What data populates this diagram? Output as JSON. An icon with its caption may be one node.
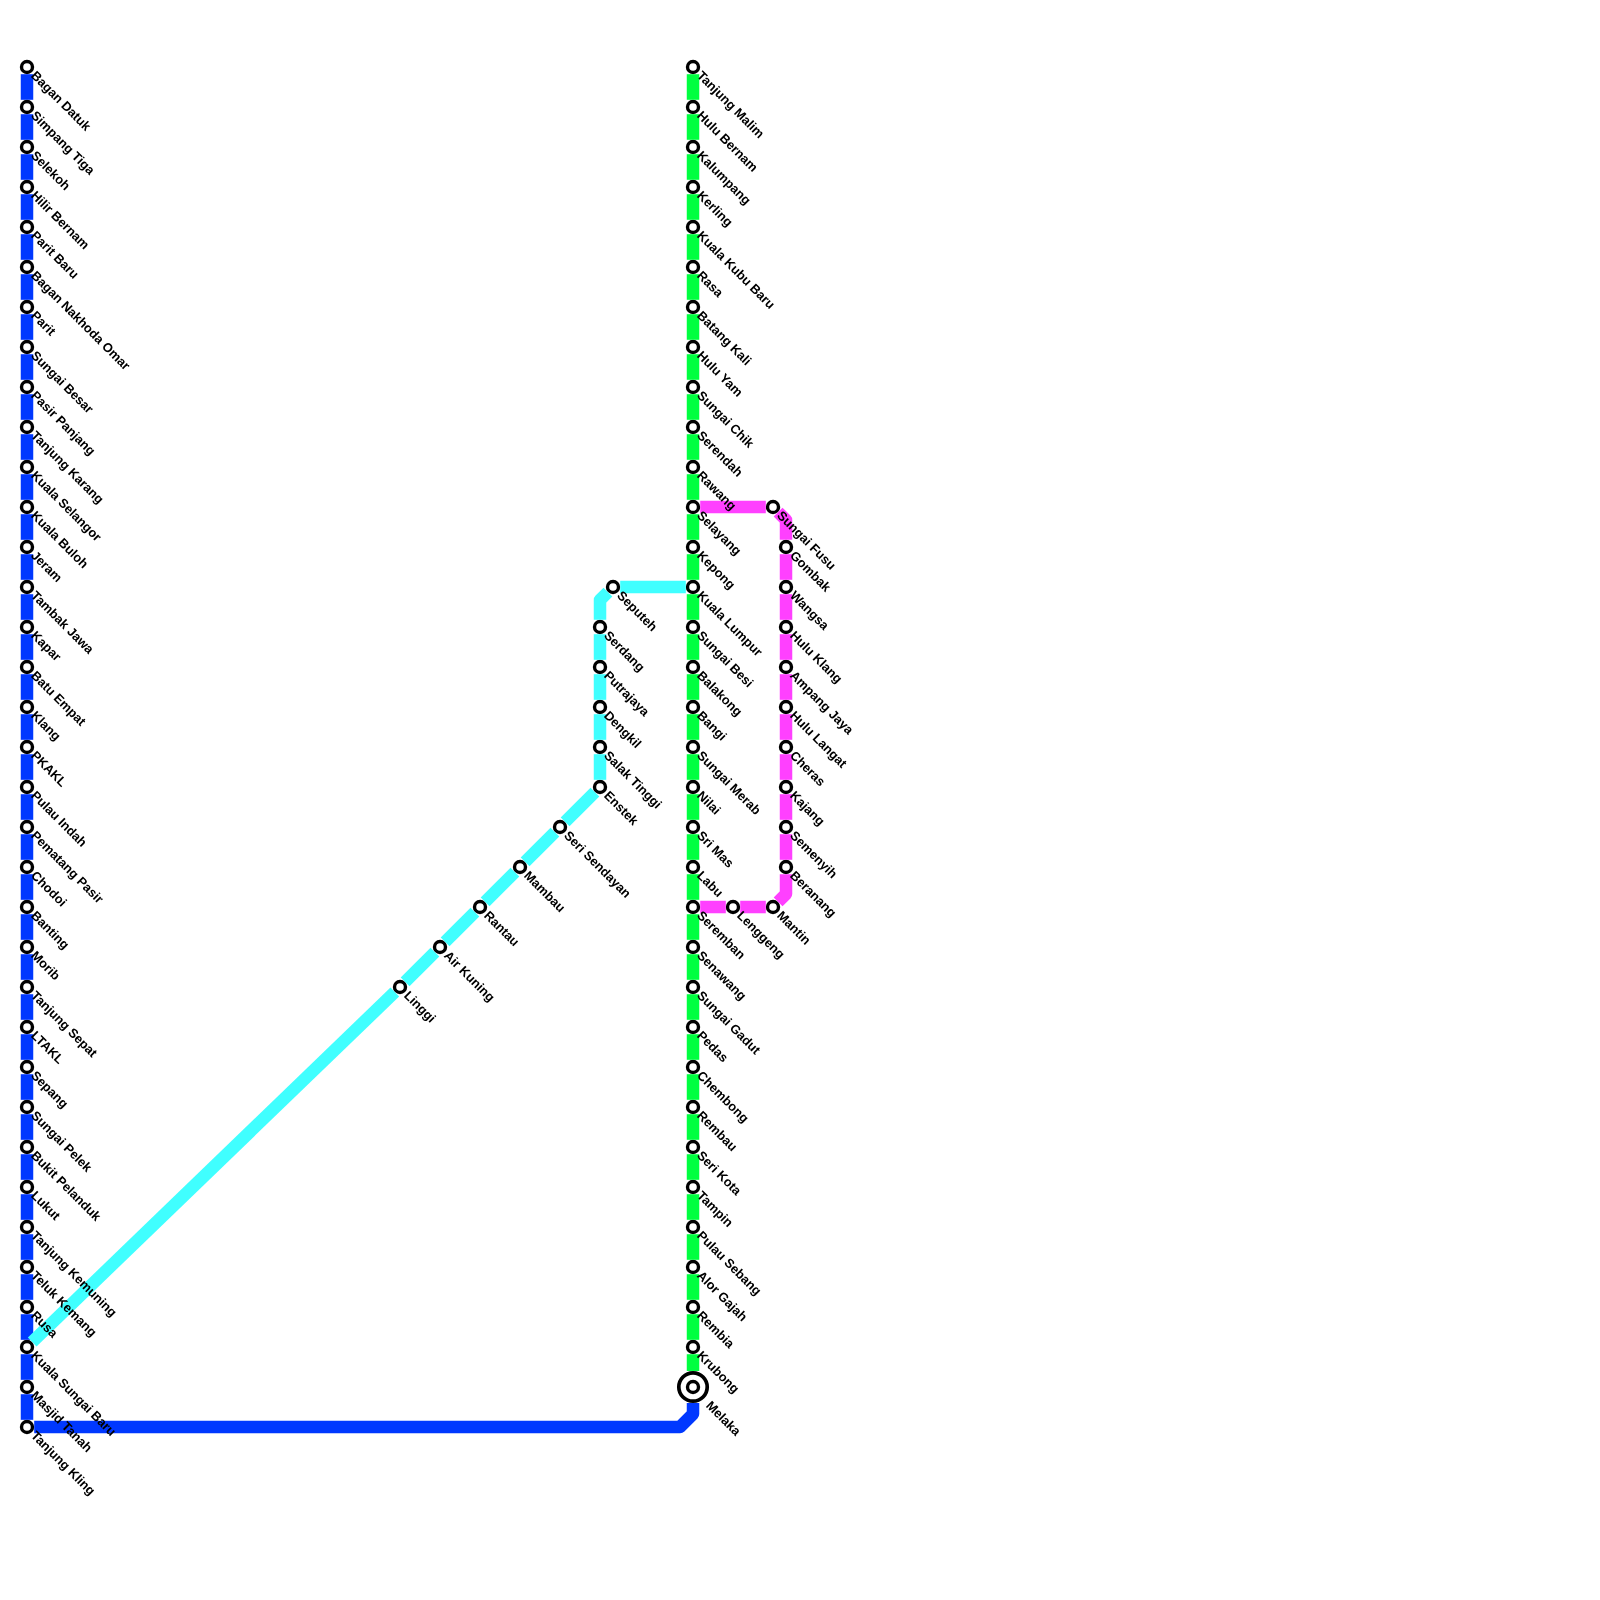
{
  "diagram": {
    "nodes": [
      {
        "text": [],
        "shape": "circle",
        "beside": [
          "Bagan Datuk"
        ]
      },
      {
        "text": [],
        "shape": "circle",
        "beside": [
          "Simpang Tiga"
        ]
      },
      {
        "text": [],
        "shape": "circle",
        "beside": [
          "Selekoh"
        ]
      },
      {
        "text": [],
        "shape": "circle",
        "beside": [
          "Hilir Bernam"
        ]
      },
      {
        "text": [],
        "shape": "circle",
        "beside": [
          "Parit Baru"
        ]
      },
      {
        "text": [],
        "shape": "circle",
        "beside": [
          "Bagan Nakhoda Omar"
        ]
      },
      {
        "text": [],
        "shape": "circle",
        "beside": [
          "Parit"
        ]
      },
      {
        "text": [],
        "shape": "circle",
        "beside": [
          "Sungai Besar"
        ]
      },
      {
        "text": [],
        "shape": "circle",
        "beside": [
          "Pasir Panjang"
        ]
      },
      {
        "text": [],
        "shape": "circle",
        "beside": [
          "Tanjung Karang"
        ]
      },
      {
        "text": [],
        "shape": "circle",
        "beside": [
          "Kuala Selangor"
        ]
      },
      {
        "text": [],
        "shape": "circle",
        "beside": [
          "Kuala Buloh"
        ]
      },
      {
        "text": [],
        "shape": "circle",
        "beside": [
          "Jeram"
        ]
      },
      {
        "text": [],
        "shape": "circle",
        "beside": [
          "Tambak Jawa"
        ]
      },
      {
        "text": [],
        "shape": "circle",
        "beside": [
          "Kapar"
        ]
      },
      {
        "text": [],
        "shape": "circle",
        "beside": [
          "Batu Empat"
        ]
      },
      {
        "text": [],
        "shape": "circle",
        "beside": [
          "Klang"
        ]
      },
      {
        "text": [],
        "shape": "circle",
        "beside": [
          "PKAKL"
        ]
      },
      {
        "text": [],
        "shape": "circle",
        "beside": [
          "Pulau Indah"
        ]
      },
      {
        "text": [],
        "shape": "circle",
        "beside": [
          "Pematang Pasir"
        ]
      },
      {
        "text": [],
        "shape": "circle",
        "beside": [
          "Chodoi"
        ]
      },
      {
        "text": [],
        "shape": "circle",
        "beside": [
          "Banting"
        ]
      },
      {
        "text": [],
        "shape": "circle",
        "beside": [
          "Morib"
        ]
      },
      {
        "text": [],
        "shape": "circle",
        "beside": [
          "Tanjung Sepat"
        ]
      },
      {
        "text": [],
        "shape": "circle",
        "beside": [
          "LTAKL"
        ]
      },
      {
        "text": [],
        "shape": "circle",
        "beside": [
          "Sepang"
        ]
      },
      {
        "text": [],
        "shape": "circle",
        "beside": [
          "Sungai Pelek"
        ]
      },
      {
        "text": [],
        "shape": "circle",
        "beside": [
          "Bukit Pelanduk"
        ]
      },
      {
        "text": [],
        "shape": "circle",
        "beside": [
          "Lukut"
        ]
      },
      {
        "text": [],
        "shape": "circle",
        "beside": [
          "Tanjung Kemuning"
        ]
      },
      {
        "text": [],
        "shape": "circle",
        "beside": [
          "Teluk Kemang"
        ]
      },
      {
        "text": [],
        "shape": "circle",
        "beside": [
          "Rusa"
        ]
      },
      {
        "text": [],
        "shape": "circle",
        "beside": [
          "Kuala Sungai Baru"
        ]
      },
      {
        "text": [],
        "shape": "circle",
        "beside": [
          "Masjid Tanah"
        ]
      },
      {
        "text": [],
        "shape": "circle",
        "beside": [
          "Tanjung Kling"
        ]
      },
      {
        "text": [],
        "shape": "circle",
        "beside": [
          "Tanjung Malim"
        ]
      },
      {
        "text": [],
        "shape": "circle",
        "beside": [
          "Hulu Bernam"
        ]
      },
      {
        "text": [],
        "shape": "circle",
        "beside": [
          "Kalumpang"
        ]
      },
      {
        "text": [],
        "shape": "circle",
        "beside": [
          "Kerling"
        ]
      },
      {
        "text": [],
        "shape": "circle",
        "beside": [
          "Kuala Kubu Baru"
        ]
      },
      {
        "text": [],
        "shape": "circle",
        "beside": [
          "Rasa"
        ]
      },
      {
        "text": [],
        "shape": "circle",
        "beside": [
          "Batang Kali"
        ]
      },
      {
        "text": [],
        "shape": "circle",
        "beside": [
          "Hulu Yam"
        ]
      },
      {
        "text": [],
        "shape": "circle",
        "beside": [
          "Sungai Chik"
        ]
      },
      {
        "text": [],
        "shape": "circle",
        "beside": [
          "Serendah"
        ]
      },
      {
        "text": [],
        "shape": "circle",
        "beside": [
          "Rawang"
        ]
      },
      {
        "text": [],
        "shape": "circle",
        "beside": [
          "Selayang"
        ]
      },
      {
        "text": [],
        "shape": "circle",
        "beside": [
          "Kepong"
        ]
      },
      {
        "text": [],
        "shape": "circle",
        "beside": [
          "Kuala Lumpur"
        ]
      },
      {
        "text": [],
        "shape": "circle",
        "beside": [
          "Sungai Besi"
        ]
      },
      {
        "text": [],
        "shape": "circle",
        "beside": [
          "Balakong"
        ]
      },
      {
        "text": [],
        "shape": "circle",
        "beside": [
          "Bangi"
        ]
      },
      {
        "text": [],
        "shape": "circle",
        "beside": [
          "Sungai Merab"
        ]
      },
      {
        "text": [],
        "shape": "circle",
        "beside": [
          "Nilai"
        ]
      },
      {
        "text": [],
        "shape": "circle",
        "beside": [
          "Sri Mas"
        ]
      },
      {
        "text": [],
        "shape": "circle",
        "beside": [
          "Labu"
        ]
      },
      {
        "text": [],
        "shape": "circle",
        "beside": [
          "Seremban"
        ]
      },
      {
        "text": [],
        "shape": "circle",
        "beside": [
          "Senawang"
        ]
      },
      {
        "text": [],
        "shape": "circle",
        "beside": [
          "Sungai Gadut"
        ]
      },
      {
        "text": [],
        "shape": "circle",
        "beside": [
          "Pedas"
        ]
      },
      {
        "text": [],
        "shape": "circle",
        "beside": [
          "Chembong"
        ]
      },
      {
        "text": [],
        "shape": "circle",
        "beside": [
          "Rembau"
        ]
      },
      {
        "text": [],
        "shape": "circle",
        "beside": [
          "Seri Kota"
        ]
      },
      {
        "text": [],
        "shape": "circle",
        "beside": [
          "Tampin"
        ]
      },
      {
        "text": [],
        "shape": "circle",
        "beside": [
          "Pulau Sebang"
        ]
      },
      {
        "text": [],
        "shape": "circle",
        "beside": [
          "Alor Gajah"
        ]
      },
      {
        "text": [],
        "shape": "circle",
        "beside": [
          "Rembia"
        ]
      },
      {
        "text": [],
        "shape": "circle",
        "beside": [
          "Krubong"
        ]
      },
      {
        "text": [],
        "shape": "ring",
        "beside": [
          "Melaka"
        ]
      },
      {
        "text": [],
        "shape": "circle",
        "beside": [
          "Linggi"
        ]
      },
      {
        "text": [],
        "shape": "circle",
        "beside": [
          "Air Kuning"
        ]
      },
      {
        "text": [],
        "shape": "circle",
        "beside": [
          "Rantau"
        ]
      },
      {
        "text": [],
        "shape": "circle",
        "beside": [
          "Mambau"
        ]
      },
      {
        "text": [],
        "shape": "circle",
        "beside": [
          "Seri Sendayan"
        ]
      },
      {
        "text": [],
        "shape": "circle",
        "beside": [
          "Enstek"
        ]
      },
      {
        "text": [],
        "shape": "circle",
        "beside": [
          "Salak Tinggi"
        ]
      },
      {
        "text": [],
        "shape": "circle",
        "beside": [
          "Dengkil"
        ]
      },
      {
        "text": [],
        "shape": "circle",
        "beside": [
          "Putrajaya"
        ]
      },
      {
        "text": [],
        "shape": "circle",
        "beside": [
          "Serdang"
        ]
      },
      {
        "text": [],
        "shape": "circle",
        "beside": [
          "Seputeh"
        ]
      },
      {
        "text": [],
        "shape": "circle",
        "beside": [
          "Sungai Fusu"
        ]
      },
      {
        "text": [],
        "shape": "circle",
        "beside": [
          "Gombak"
        ]
      },
      {
        "text": [],
        "shape": "circle",
        "beside": [
          "Wangsa"
        ]
      },
      {
        "text": [],
        "shape": "circle",
        "beside": [
          "Hulu Klang"
        ]
      },
      {
        "text": [],
        "shape": "circle",
        "beside": [
          "Ampang Jaya"
        ]
      },
      {
        "text": [],
        "shape": "circle",
        "beside": [
          "Hulu Langat"
        ]
      },
      {
        "text": [],
        "shape": "circle",
        "beside": [
          "Cheras"
        ]
      },
      {
        "text": [],
        "shape": "circle",
        "beside": [
          "Kajang"
        ]
      },
      {
        "text": [],
        "shape": "circle",
        "beside": [
          "Semenyih"
        ]
      },
      {
        "text": [],
        "shape": "circle",
        "beside": [
          "Beranang"
        ]
      },
      {
        "text": [],
        "shape": "circle",
        "beside": [
          "Mantin"
        ]
      },
      {
        "text": [],
        "shape": "circle",
        "beside": [
          "Lenggeng"
        ]
      }
    ],
    "edges": [
      {
        "from": 0,
        "to": 1,
        "arrow": "none",
        "color": "#0038ff"
      },
      {
        "from": 1,
        "to": 2,
        "arrow": "none",
        "color": "#0038ff"
      },
      {
        "from": 2,
        "to": 3,
        "arrow": "none",
        "color": "#0038ff"
      },
      {
        "from": 3,
        "to": 4,
        "arrow": "none",
        "color": "#0038ff"
      },
      {
        "from": 4,
        "to": 5,
        "arrow": "none",
        "color": "#0038ff"
      },
      {
        "from": 5,
        "to": 6,
        "arrow": "none",
        "color": "#0038ff"
      },
      {
        "from": 6,
        "to": 7,
        "arrow": "none",
        "color": "#0038ff"
      },
      {
        "from": 7,
        "to": 8,
        "arrow": "none",
        "color": "#0038ff"
      },
      {
        "from": 8,
        "to": 9,
        "arrow": "none",
        "color": "#0038ff"
      },
      {
        "from": 9,
        "to": 10,
        "arrow": "none",
        "color": "#0038ff"
      },
      {
        "from": 10,
        "to": 11,
        "arrow": "none",
        "color": "#0038ff"
      },
      {
        "from": 11,
        "to": 12,
        "arrow": "none",
        "color": "#0038ff"
      },
      {
        "from": 12,
        "to": 13,
        "arrow": "none",
        "color": "#0038ff"
      },
      {
        "from": 13,
        "to": 14,
        "arrow": "none",
        "color": "#0038ff"
      },
      {
        "from": 14,
        "to": 15,
        "arrow": "none",
        "color": "#0038ff"
      },
      {
        "from": 15,
        "to": 16,
        "arrow": "none",
        "color": "#0038ff"
      },
      {
        "from": 16,
        "to": 17,
        "arrow": "none",
        "color": "#0038ff"
      },
      {
        "from": 17,
        "to": 18,
        "arrow": "none",
        "color": "#0038ff"
      },
      {
        "from": 18,
        "to": 19,
        "arrow": "none",
        "color": "#0038ff"
      },
      {
        "from": 19,
        "to": 20,
        "arrow": "none",
        "color": "#0038ff"
      },
      {
        "from": 20,
        "to": 21,
        "arrow": "none",
        "color": "#0038ff"
      },
      {
        "from": 21,
        "to": 22,
        "arrow": "none",
        "color": "#0038ff"
      },
      {
        "from": 22,
        "to": 23,
        "arrow": "none",
        "color": "#0038ff"
      },
      {
        "from": 23,
        "to": 24,
        "arrow": "none",
        "color": "#0038ff"
      },
      {
        "from": 24,
        "to": 25,
        "arrow": "none",
        "color": "#0038ff"
      },
      {
        "from": 25,
        "to": 26,
        "arrow": "none",
        "color": "#0038ff"
      },
      {
        "from": 26,
        "to": 27,
        "arrow": "none",
        "color": "#0038ff"
      },
      {
        "from": 27,
        "to": 28,
        "arrow": "none",
        "color": "#0038ff"
      },
      {
        "from": 28,
        "to": 29,
        "arrow": "none",
        "color": "#0038ff"
      },
      {
        "from": 29,
        "to": 30,
        "arrow": "none",
        "color": "#0038ff"
      },
      {
        "from": 30,
        "to": 31,
        "arrow": "none",
        "color": "#0038ff"
      },
      {
        "from": 31,
        "to": 32,
        "arrow": "none",
        "color": "#0038ff"
      },
      {
        "from": 32,
        "to": 33,
        "arrow": "none",
        "color": "#0038ff"
      },
      {
        "from": 33,
        "to": 34,
        "arrow": "none",
        "color": "#0038ff"
      },
      {
        "from": 34,
        "to": 68,
        "arrow": "none",
        "color": "#0038ff"
      },
      {
        "from": 35,
        "to": 36,
        "arrow": "none",
        "color": "#00ff40"
      },
      {
        "from": 36,
        "to": 37,
        "arrow": "none",
        "color": "#00ff40"
      },
      {
        "from": 37,
        "to": 38,
        "arrow": "none",
        "color": "#00ff40"
      },
      {
        "from": 38,
        "to": 39,
        "arrow": "none",
        "color": "#00ff40"
      },
      {
        "from": 39,
        "to": 40,
        "arrow": "none",
        "color": "#00ff40"
      },
      {
        "from": 40,
        "to": 41,
        "arrow": "none",
        "color": "#00ff40"
      },
      {
        "from": 41,
        "to": 42,
        "arrow": "none",
        "color": "#00ff40"
      },
      {
        "from": 42,
        "to": 43,
        "arrow": "none",
        "color": "#00ff40"
      },
      {
        "from": 43,
        "to": 44,
        "arrow": "none",
        "color": "#00ff40"
      },
      {
        "from": 44,
        "to": 45,
        "arrow": "none",
        "color": "#00ff40"
      },
      {
        "from": 45,
        "to": 46,
        "arrow": "none",
        "color": "#00ff40"
      },
      {
        "from": 46,
        "to": 47,
        "arrow": "none",
        "color": "#00ff40"
      },
      {
        "from": 47,
        "to": 48,
        "arrow": "none",
        "color": "#00ff40"
      },
      {
        "from": 48,
        "to": 49,
        "arrow": "none",
        "color": "#00ff40"
      },
      {
        "from": 49,
        "to": 50,
        "arrow": "none",
        "color": "#00ff40"
      },
      {
        "from": 50,
        "to": 51,
        "arrow": "none",
        "color": "#00ff40"
      },
      {
        "from": 51,
        "to": 52,
        "arrow": "none",
        "color": "#00ff40"
      },
      {
        "from": 52,
        "to": 53,
        "arrow": "none",
        "color": "#00ff40"
      },
      {
        "from": 53,
        "to": 54,
        "arrow": "none",
        "color": "#00ff40"
      },
      {
        "from": 54,
        "to": 55,
        "arrow": "none",
        "color": "#00ff40"
      },
      {
        "from": 55,
        "to": 56,
        "arrow": "none",
        "color": "#00ff40"
      },
      {
        "from": 56,
        "to": 57,
        "arrow": "none",
        "color": "#00ff40"
      },
      {
        "from": 57,
        "to": 58,
        "arrow": "none",
        "color": "#00ff40"
      },
      {
        "from": 58,
        "to": 59,
        "arrow": "none",
        "color": "#00ff40"
      },
      {
        "from": 59,
        "to": 60,
        "arrow": "none",
        "color": "#00ff40"
      },
      {
        "from": 60,
        "to": 61,
        "arrow": "none",
        "color": "#00ff40"
      },
      {
        "from": 61,
        "to": 62,
        "arrow": "none",
        "color": "#00ff40"
      },
      {
        "from": 62,
        "to": 63,
        "arrow": "none",
        "color": "#00ff40"
      },
      {
        "from": 63,
        "to": 64,
        "arrow": "none",
        "color": "#00ff40"
      },
      {
        "from": 64,
        "to": 65,
        "arrow": "none",
        "color": "#00ff40"
      },
      {
        "from": 65,
        "to": 66,
        "arrow": "none",
        "color": "#00ff40"
      },
      {
        "from": 66,
        "to": 67,
        "arrow": "none",
        "color": "#00ff40"
      },
      {
        "from": 67,
        "to": 68,
        "arrow": "none",
        "color": "#00ff40"
      },
      {
        "from": 32,
        "to": 69,
        "arrow": "none",
        "color": "#40ffff"
      },
      {
        "from": 69,
        "to": 70,
        "arrow": "none",
        "color": "#40ffff"
      },
      {
        "from": 70,
        "to": 71,
        "arrow": "none",
        "color": "#40ffff"
      },
      {
        "from": 71,
        "to": 72,
        "arrow": "none",
        "color": "#40ffff"
      },
      {
        "from": 72,
        "to": 73,
        "arrow": "none",
        "color": "#40ffff"
      },
      {
        "from": 73,
        "to": 74,
        "arrow": "none",
        "color": "#40ffff"
      },
      {
        "from": 74,
        "to": 75,
        "arrow": "none",
        "color": "#40ffff"
      },
      {
        "from": 75,
        "to": 76,
        "arrow": "none",
        "color": "#40ffff"
      },
      {
        "from": 76,
        "to": 77,
        "arrow": "none",
        "color": "#40ffff"
      },
      {
        "from": 77,
        "to": 78,
        "arrow": "none",
        "color": "#40ffff"
      },
      {
        "from": 78,
        "to": 79,
        "arrow": "none",
        "color": "#40ffff"
      },
      {
        "from": 79,
        "to": 48,
        "arrow": "none",
        "color": "#40ffff"
      },
      {
        "from": 46,
        "to": 80,
        "arrow": "none",
        "color": "#ff40ff"
      },
      {
        "from": 80,
        "to": 81,
        "arrow": "none",
        "color": "#ff40ff"
      },
      {
        "from": 81,
        "to": 82,
        "arrow": "none",
        "color": "#ff40ff"
      },
      {
        "from": 82,
        "to": 83,
        "arrow": "none",
        "color": "#ff40ff"
      },
      {
        "from": 83,
        "to": 84,
        "arrow": "none",
        "color": "#ff40ff"
      },
      {
        "from": 84,
        "to": 85,
        "arrow": "none",
        "color": "#ff40ff"
      },
      {
        "from": 85,
        "to": 86,
        "arrow": "none",
        "color": "#ff40ff"
      },
      {
        "from": 86,
        "to": 87,
        "arrow": "none",
        "color": "#ff40ff"
      },
      {
        "from": 87,
        "to": 88,
        "arrow": "none",
        "color": "#ff40ff"
      },
      {
        "from": 88,
        "to": 89,
        "arrow": "none",
        "color": "#ff40ff"
      },
      {
        "from": 89,
        "to": 90,
        "arrow": "none",
        "color": "#ff40ff"
      },
      {
        "from": 90,
        "to": 91,
        "arrow": "none",
        "color": "#ff40ff"
      },
      {
        "from": 91,
        "to": 56,
        "arrow": "none",
        "color": "#ff40ff"
      }
    ]
  }
}
